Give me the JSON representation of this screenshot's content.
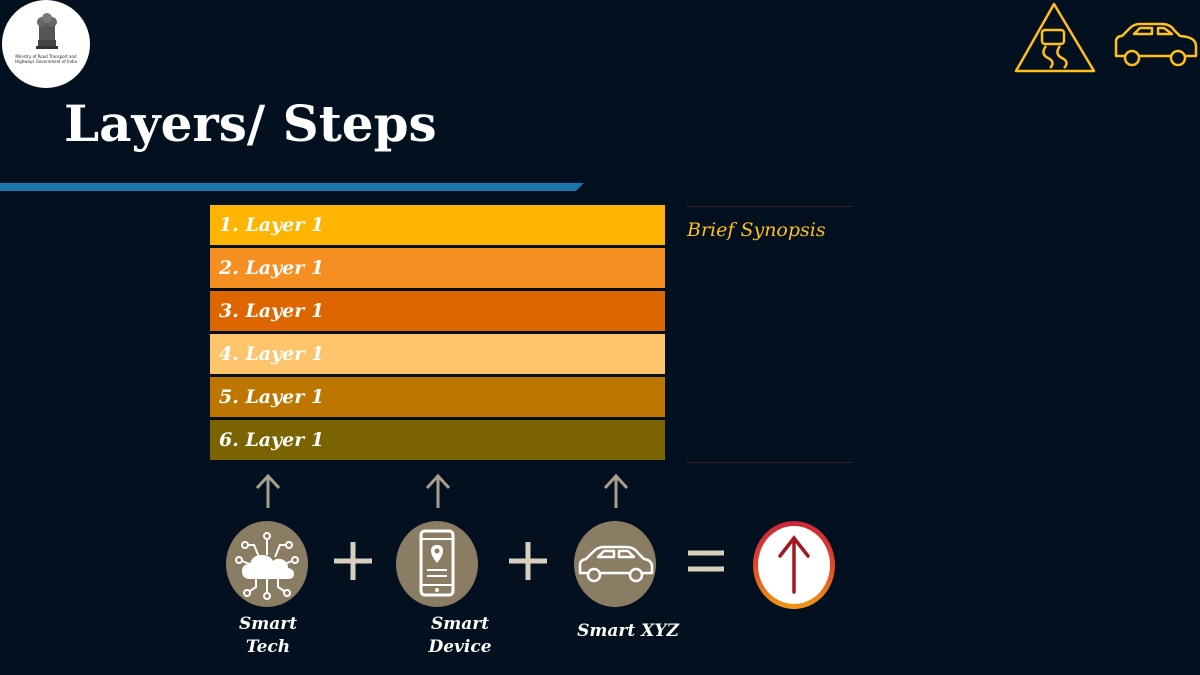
{
  "header": {
    "emblem_text": "Ministry of Road Transport and Highways Government of India",
    "title": "Layers/ Steps"
  },
  "layers": [
    {
      "label": "1. Layer 1",
      "color": "#ffb401"
    },
    {
      "label": "2. Layer 1",
      "color": "#f68f21"
    },
    {
      "label": "3. Layer 1",
      "color": "#dd6600"
    },
    {
      "label": "4. Layer 1",
      "color": "#fec46b"
    },
    {
      "label": "5. Layer 1",
      "color": "#bd7700"
    },
    {
      "label": "6. Layer 1",
      "color": "#7a6300"
    }
  ],
  "synopsis": {
    "title": "Brief Synopsis"
  },
  "equation": {
    "items": [
      {
        "label_line1": "Smart",
        "label_line2": "Tech",
        "icon": "cloud-network-icon"
      },
      {
        "label_line1": "Smart",
        "label_line2": "Device",
        "icon": "smartphone-location-icon"
      },
      {
        "label_line1": "Smart XYZ",
        "label_line2": "",
        "icon": "car-icon"
      }
    ],
    "result_icon": "up-arrow-icon"
  },
  "colors": {
    "background": "#02101f",
    "accent_blue": "#1a77ad",
    "icon_gold": "#ffbf1f",
    "circle_fill": "#8b7d63",
    "operator": "#d8d0bf",
    "result_arrow": "#a3181f"
  }
}
